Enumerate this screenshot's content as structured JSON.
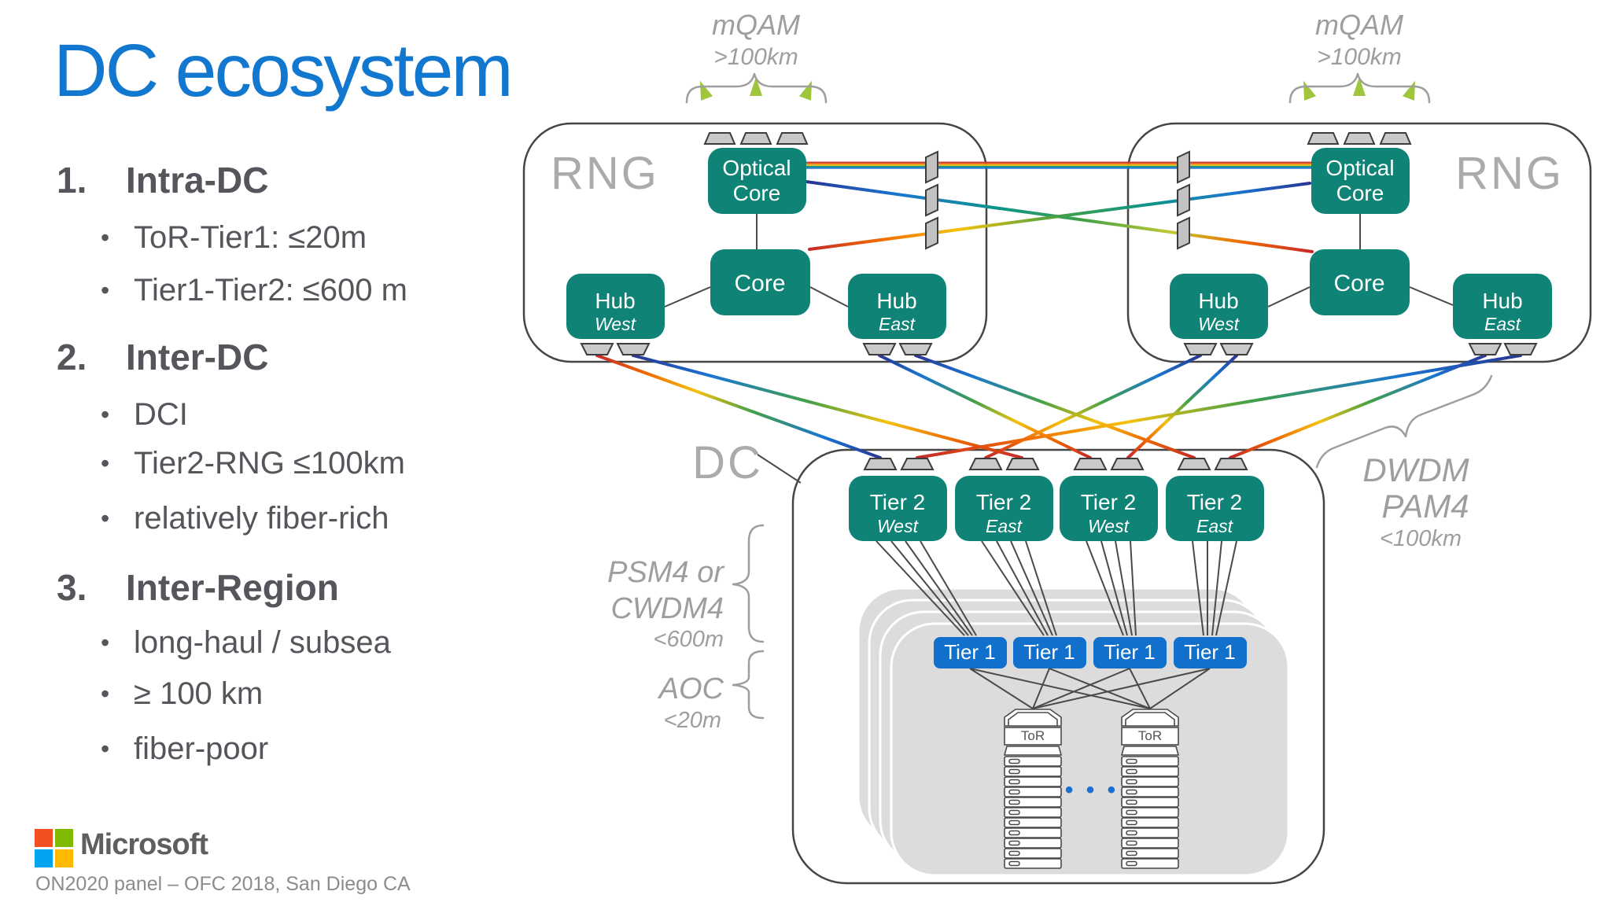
{
  "slide": {
    "title": "DC ecosystem",
    "bullet_char": "•",
    "list": [
      {
        "number": "1.",
        "heading": "Intra-DC",
        "bullets": [
          "ToR-Tier1: ≤20m",
          "Tier1-Tier2: ≤600 m"
        ]
      },
      {
        "number": "2.",
        "heading": "Inter-DC",
        "bullets": [
          "DCI",
          "Tier2-RNG ≤100km",
          "relatively fiber-rich"
        ]
      },
      {
        "number": "3.",
        "heading": "Inter-Region",
        "bullets": [
          "long-haul / subsea",
          "≥ 100 km",
          "fiber-poor"
        ]
      }
    ],
    "footer": {
      "brand": "Microsoft",
      "credit": "ON2020 panel – OFC 2018, San Diego CA"
    }
  },
  "diagram": {
    "rng_left": {
      "label": "RNG",
      "mqam_title": "mQAM",
      "mqam_dist": ">100km",
      "optical_core_line1": "Optical",
      "optical_core_line2": "Core",
      "core": "Core",
      "hub_west_line1": "Hub",
      "hub_west_line2": "West",
      "hub_east_line1": "Hub",
      "hub_east_line2": "East"
    },
    "rng_right": {
      "label": "RNG",
      "mqam_title": "mQAM",
      "mqam_dist": ">100km",
      "optical_core_line1": "Optical",
      "optical_core_line2": "Core",
      "core": "Core",
      "hub_west_line1": "Hub",
      "hub_west_line2": "West",
      "hub_east_line1": "Hub",
      "hub_east_line2": "East"
    },
    "dc": {
      "label": "DC",
      "tier2": [
        {
          "name": "Tier 2",
          "zone": "West"
        },
        {
          "name": "Tier 2",
          "zone": "East"
        },
        {
          "name": "Tier 2",
          "zone": "West"
        },
        {
          "name": "Tier 2",
          "zone": "East"
        }
      ],
      "tier1": [
        {
          "label": "Tier 1"
        },
        {
          "label": "Tier 1"
        },
        {
          "label": "Tier 1"
        },
        {
          "label": "Tier 1"
        }
      ],
      "tor": [
        {
          "label": "ToR"
        },
        {
          "label": "ToR"
        }
      ],
      "ellipsis": "• • •"
    },
    "annotations": {
      "psm4_line1": "PSM4 or",
      "psm4_line2": "CWDM4",
      "psm4_dist": "<600m",
      "aoc_label": "AOC",
      "aoc_dist": "<20m",
      "dwdm_line1": "DWDM",
      "dwdm_line2": "PAM4",
      "dwdm_dist": "<100km"
    },
    "colors": {
      "accent_teal": "#0E8376",
      "tier1_blue": "#1170CC",
      "title_blue": "#1277CE",
      "body_text": "#54565B",
      "diagram_gray": "#9E9E9E",
      "ms_logo": [
        "#F25022",
        "#7FBA00",
        "#00A4EF",
        "#FFB900"
      ]
    }
  }
}
